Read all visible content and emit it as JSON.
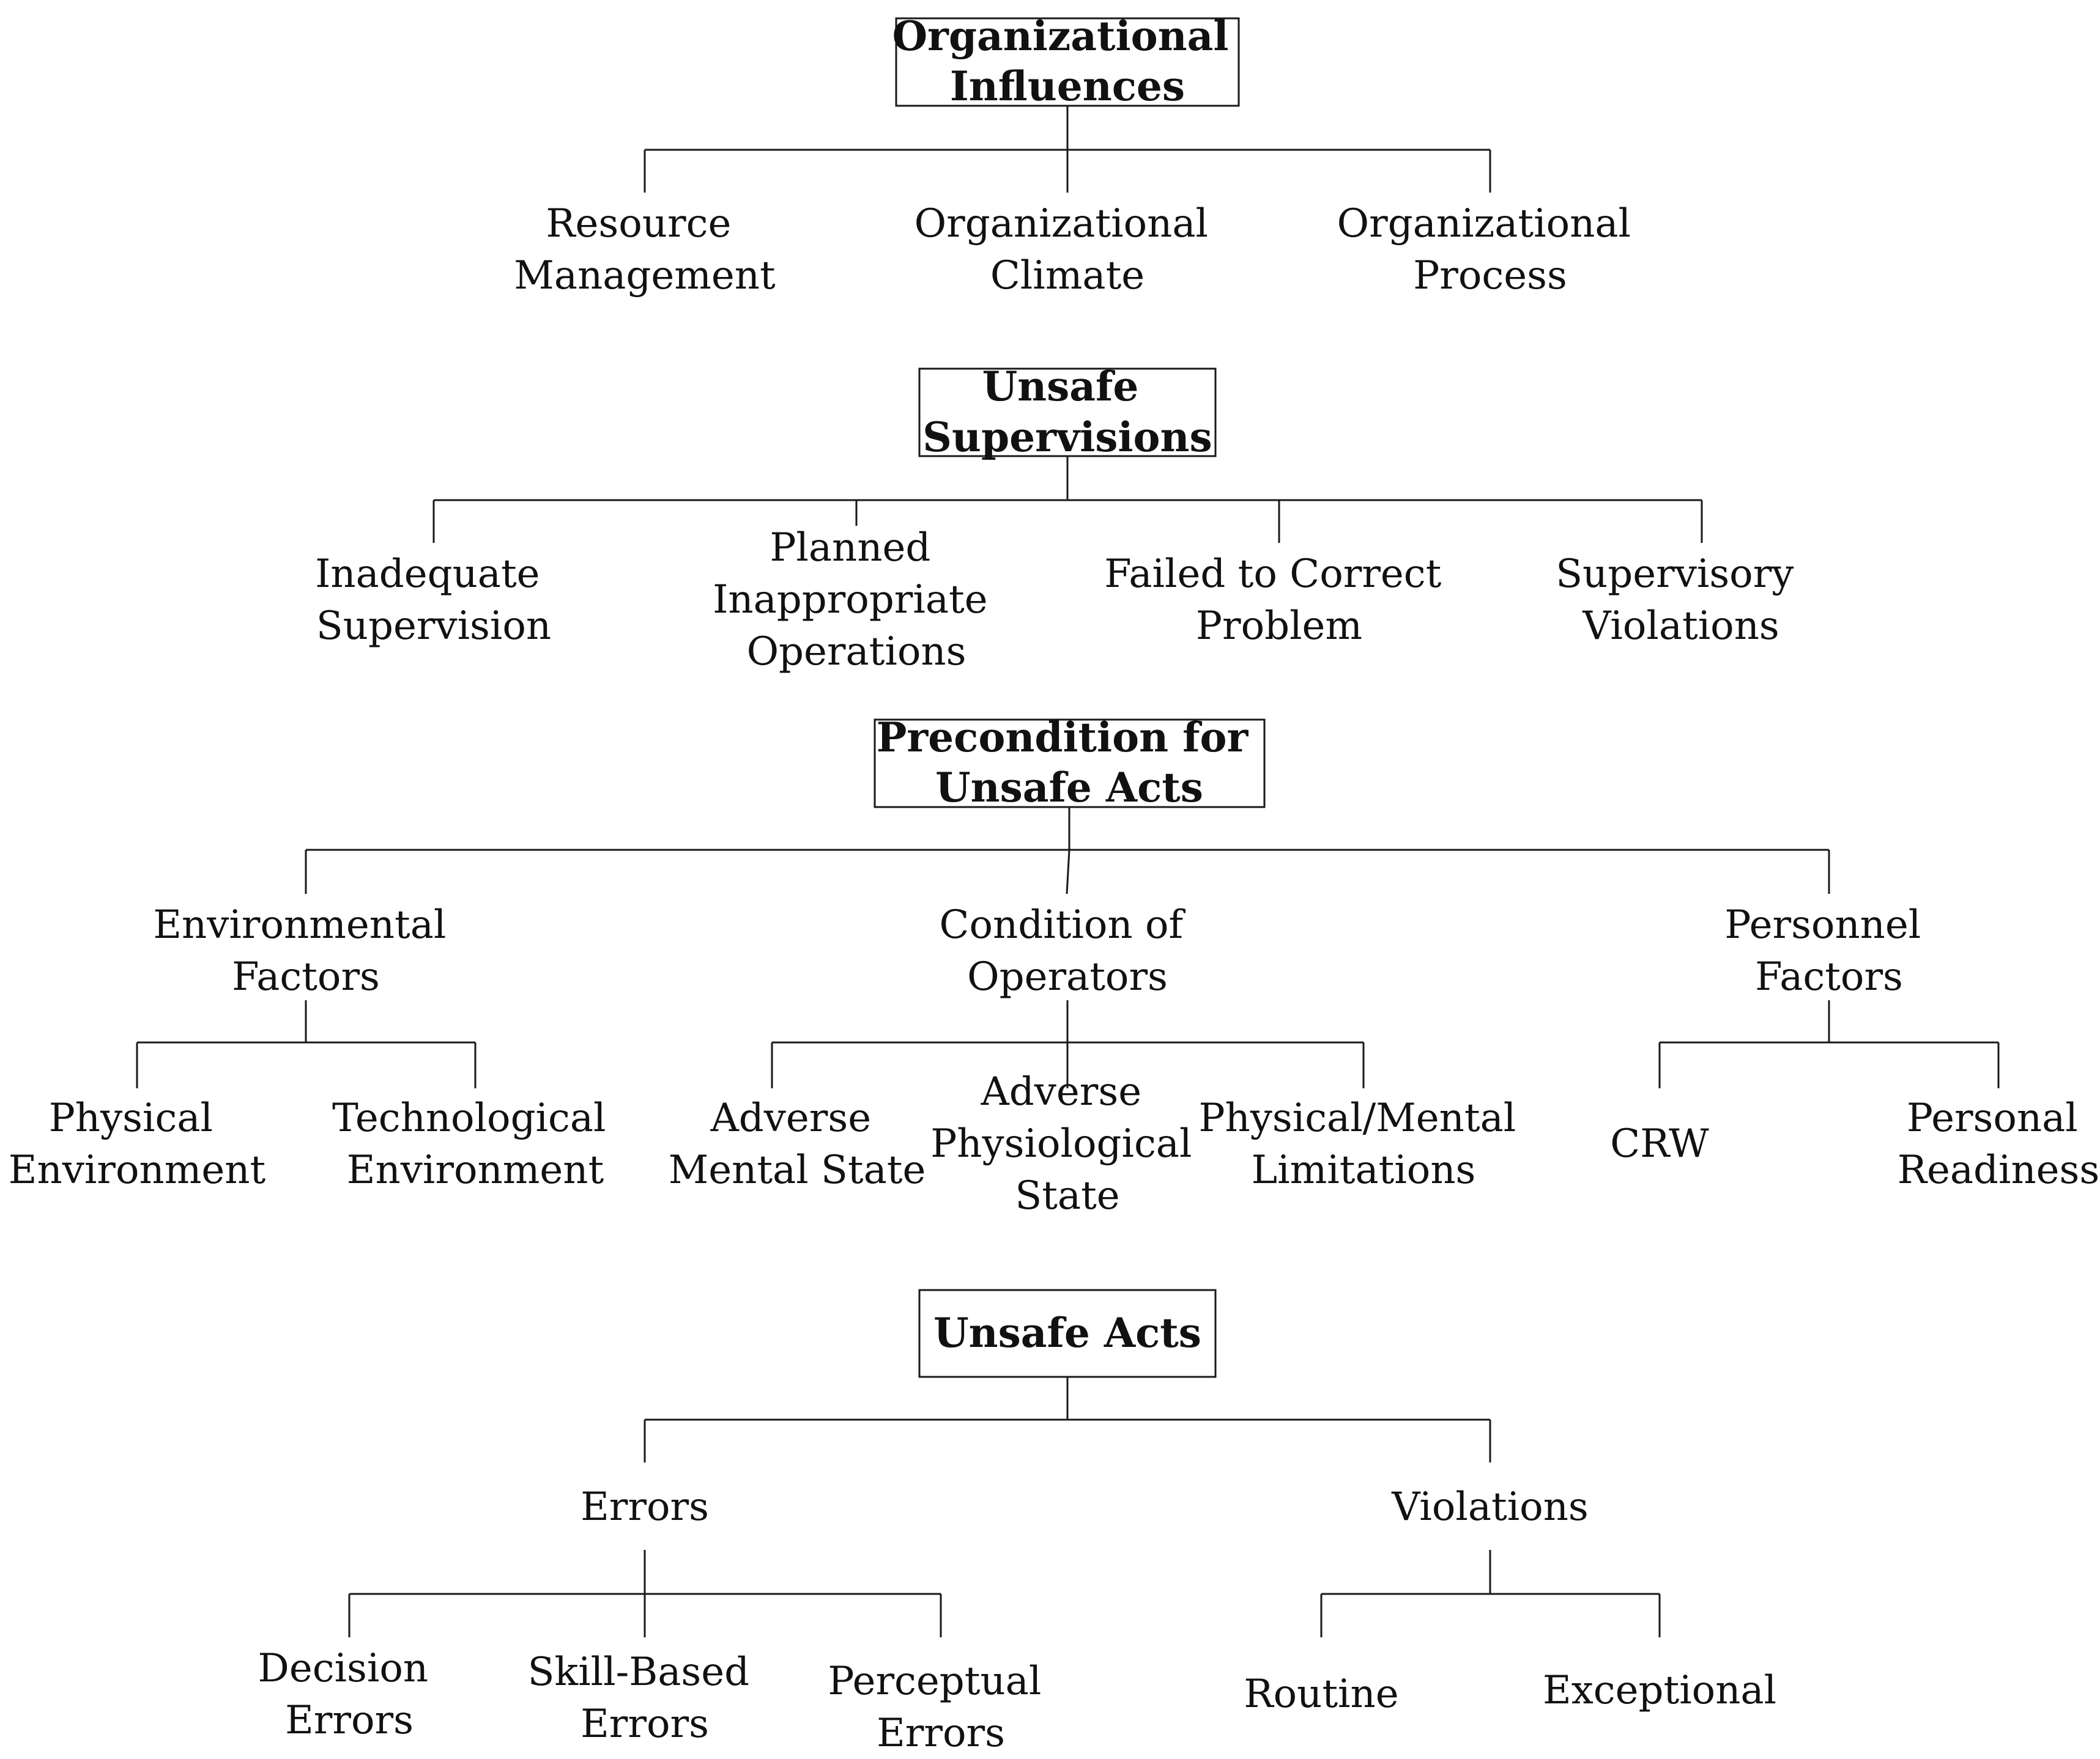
{
  "sections": {
    "organizational": {
      "title": [
        "Organizational",
        "Influences"
      ],
      "children": [
        [
          "Resource",
          "Management"
        ],
        [
          "Organizational",
          "Climate"
        ],
        [
          "Organizational",
          "Process"
        ]
      ]
    },
    "supervision": {
      "title": [
        "Unsafe",
        "Supervisions"
      ],
      "children": [
        [
          "Inadequate",
          "Supervision"
        ],
        [
          "Planned",
          "Inappropriate",
          "Operations"
        ],
        [
          "Failed to Correct",
          "Problem"
        ],
        [
          "Supervisory",
          "Violations"
        ]
      ]
    },
    "precondition": {
      "title": [
        "Precondition for",
        "Unsafe Acts"
      ],
      "groups": [
        {
          "label": [
            "Environmental",
            "Factors"
          ],
          "children": [
            [
              "Physical",
              "Environment"
            ],
            [
              "Technological",
              "Environment"
            ]
          ]
        },
        {
          "label": [
            "Condition of",
            "Operators"
          ],
          "children": [
            [
              "Adverse",
              "Mental State"
            ],
            [
              "Adverse",
              "Physiological",
              "State"
            ],
            [
              "Physical/Mental",
              "Limitations"
            ]
          ]
        },
        {
          "label": [
            "Personnel",
            "Factors"
          ],
          "children": [
            [
              "CRW"
            ],
            [
              "Personal",
              "Readiness"
            ]
          ]
        }
      ]
    },
    "acts": {
      "title": [
        "Unsafe Acts"
      ],
      "groups": [
        {
          "label": [
            "Errors"
          ],
          "children": [
            [
              "Decision",
              "Errors"
            ],
            [
              "Skill-Based",
              "Errors"
            ],
            [
              "Perceptual",
              "Errors"
            ]
          ]
        },
        {
          "label": [
            "Violations"
          ],
          "children": [
            [
              "Routine"
            ],
            [
              "Exceptional"
            ]
          ]
        }
      ]
    }
  }
}
